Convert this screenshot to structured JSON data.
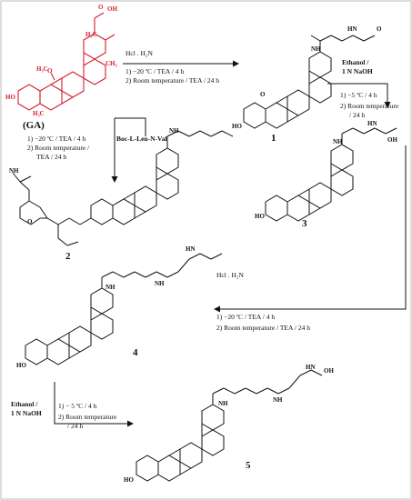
{
  "compounds": {
    "ga": "(GA)",
    "c1": "1",
    "c2": "2",
    "c3": "3",
    "c4": "4",
    "c5": "5"
  },
  "reagents": {
    "r1": "Hcl . H₂N",
    "r4": "Hcl . H₂N",
    "r_boc": "Boc-L-Leu-N-Val",
    "r_eth1": "Ethanol /",
    "r_eth1b": "1 N NaOH",
    "r_eth2": "Ethanol /",
    "r_eth2b": "1 N NaOH"
  },
  "conditions": {
    "s1a": "1) −20 ºC / TEA / 4 h",
    "s1b": "2) Room temperature / TEA / 24 h",
    "s2a": "1) −5 ºC / 4 h",
    "s2b": "2) Room temperature",
    "s2c": "/ 24 h",
    "s3a": "1) −20 ºC / TEA / 4 h",
    "s3b": "2) Room temperature /",
    "s3c": "TEA / 24 h",
    "s4a": "1) −20 ºC / TEA / 4 h",
    "s4b": "2) Room temperature / TEA / 24 h",
    "s5a": "1) − 5 ºC / 4 h",
    "s5b": "2) Room temperature",
    "s5c": "/ 24 h"
  },
  "atoms": {
    "o": "O",
    "oh": "OH",
    "ho": "HO",
    "nh": "NH",
    "hn": "HN",
    "h": "H",
    "ch3": "CH₃",
    "h3c": "H₃C",
    "h3c2": "H₃C"
  },
  "colors": {
    "highlight": "#d3202b",
    "ink": "#111111"
  }
}
